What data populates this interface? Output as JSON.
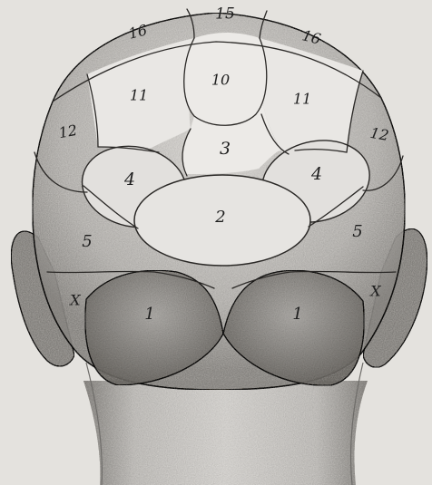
{
  "diagram": {
    "colors": {
      "paper": "#e4e2de",
      "skin": "#c4c2bf",
      "skin_dark": "#8e8c89",
      "region_light": "#ebe9e6",
      "ink": "#1e1e1e"
    },
    "region_labels": [
      {
        "id": "label-15",
        "text": "15"
      },
      {
        "id": "label-16-left",
        "text": "16"
      },
      {
        "id": "label-16-right",
        "text": "16"
      },
      {
        "id": "label-10",
        "text": "10"
      },
      {
        "id": "label-11-left",
        "text": "11"
      },
      {
        "id": "label-11-right",
        "text": "11"
      },
      {
        "id": "label-12-left",
        "text": "12"
      },
      {
        "id": "label-12-right",
        "text": "12"
      },
      {
        "id": "label-3",
        "text": "3"
      },
      {
        "id": "label-4-left",
        "text": "4"
      },
      {
        "id": "label-4-right",
        "text": "4"
      },
      {
        "id": "label-2",
        "text": "2"
      },
      {
        "id": "label-5-left",
        "text": "5"
      },
      {
        "id": "label-5-right",
        "text": "5"
      },
      {
        "id": "label-x-left",
        "text": "X"
      },
      {
        "id": "label-x-right",
        "text": "X"
      },
      {
        "id": "label-1-left",
        "text": "1"
      },
      {
        "id": "label-1-right",
        "text": "1"
      }
    ]
  }
}
